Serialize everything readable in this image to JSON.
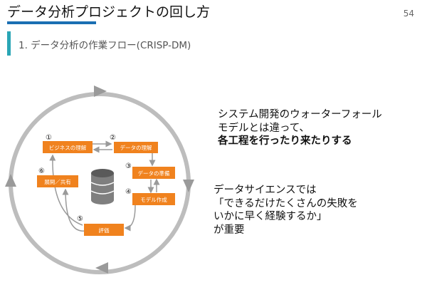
{
  "header": {
    "title": "データ分析プロジェクトの回し方",
    "page_number": "54"
  },
  "section": {
    "subtitle": "1. データ分析の作業フロー(CRISP-DM)"
  },
  "diagram": {
    "steps": [
      {
        "num": "①",
        "label": "ビジネスの理解"
      },
      {
        "num": "②",
        "label": "データの理解"
      },
      {
        "num": "③",
        "label": "データの準備"
      },
      {
        "num": "④",
        "label": "モデル作成"
      },
      {
        "num": "⑤",
        "label": "評価"
      },
      {
        "num": "⑥",
        "label": "展開／共有"
      }
    ],
    "box_color": "#f0821e",
    "arrow_color": "#9a9a9a"
  },
  "right_text": {
    "block1": [
      "システム開発のウォーターフォール",
      "モデルとは違って、",
      "各工程を行ったり来たりする"
    ],
    "block2": [
      "データサイエンスでは",
      "「できるだけたくさんの失敗を",
      "いかに早く経験するか」",
      "が重要"
    ]
  }
}
